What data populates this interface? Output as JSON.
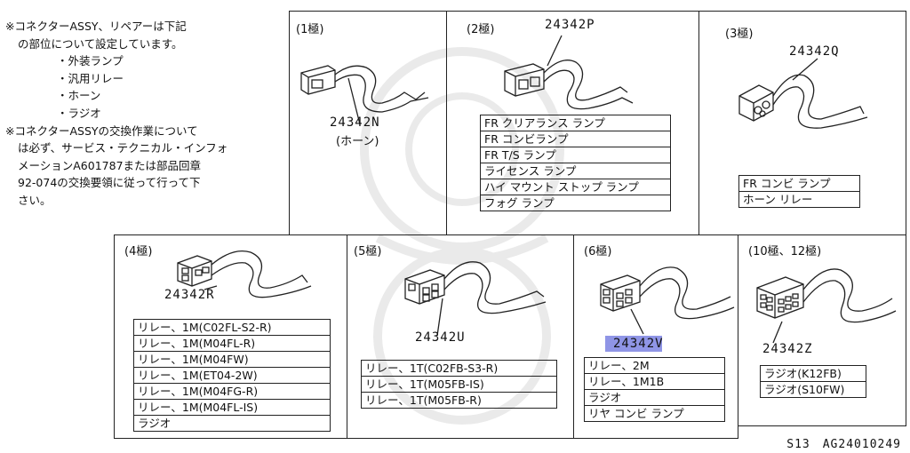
{
  "notes": [
    "※コネクターASSY、リペアーは下記",
    "の部位について設定しています。",
    "・外装ランプ",
    "・汎用リレー",
    "・ホーン",
    "・ラジオ",
    "※コネクターASSYの交換作業について",
    "は必ず、サービス・テクニカル・インフォ",
    "メーションA601787または部品回章",
    "92-074の交換要領に従って行って下",
    "さい。"
  ],
  "panels": {
    "p1": {
      "title": "(1極)",
      "part": "24342N",
      "sub": "(ホーン)",
      "rows": []
    },
    "p2": {
      "title": "(2極)",
      "part": "24342P",
      "rows": [
        "FR クリアランス ランプ",
        "FR コンビランプ",
        "FR T/S ランプ",
        "ライセンス ランプ",
        "ハイ マウント ストップ ランプ",
        "フォグ ランプ"
      ]
    },
    "p3": {
      "title": "(3極)",
      "part": "24342Q",
      "rows": [
        "FR コンビ ランプ",
        "ホーン リレー"
      ]
    },
    "p4": {
      "title": "(4極)",
      "part": "24342R",
      "rows": [
        "リレー、1M(C02FL-S2-R)",
        "リレー、1M(M04FL-R)",
        "リレー、1M(M04FW)",
        "リレー、1M(ET04-2W)",
        "リレー、1M(M04FG-R)",
        "リレー、1M(M04FL-IS)",
        "ラジオ"
      ]
    },
    "p5": {
      "title": "(5極)",
      "part": "24342U",
      "rows": [
        "リレー、1T(C02FB-S3-R)",
        "リレー、1T(M05FB-IS)",
        "リレー、1T(M05FB-R)"
      ]
    },
    "p6": {
      "title": "(6極)",
      "part": "24342V",
      "rows": [
        "リレー、2M",
        "リレー、1M1B",
        "ラジオ",
        "リヤ コンビ ランプ"
      ]
    },
    "p10": {
      "title": "(10極、12極)",
      "part": "24342Z",
      "rows": [
        "ラジオ(K12FB)",
        "ラジオ(S10FW)"
      ]
    }
  },
  "footer": "S13　AG24010249",
  "colors": {
    "highlight": "#8f95e6",
    "line": "#222222"
  }
}
